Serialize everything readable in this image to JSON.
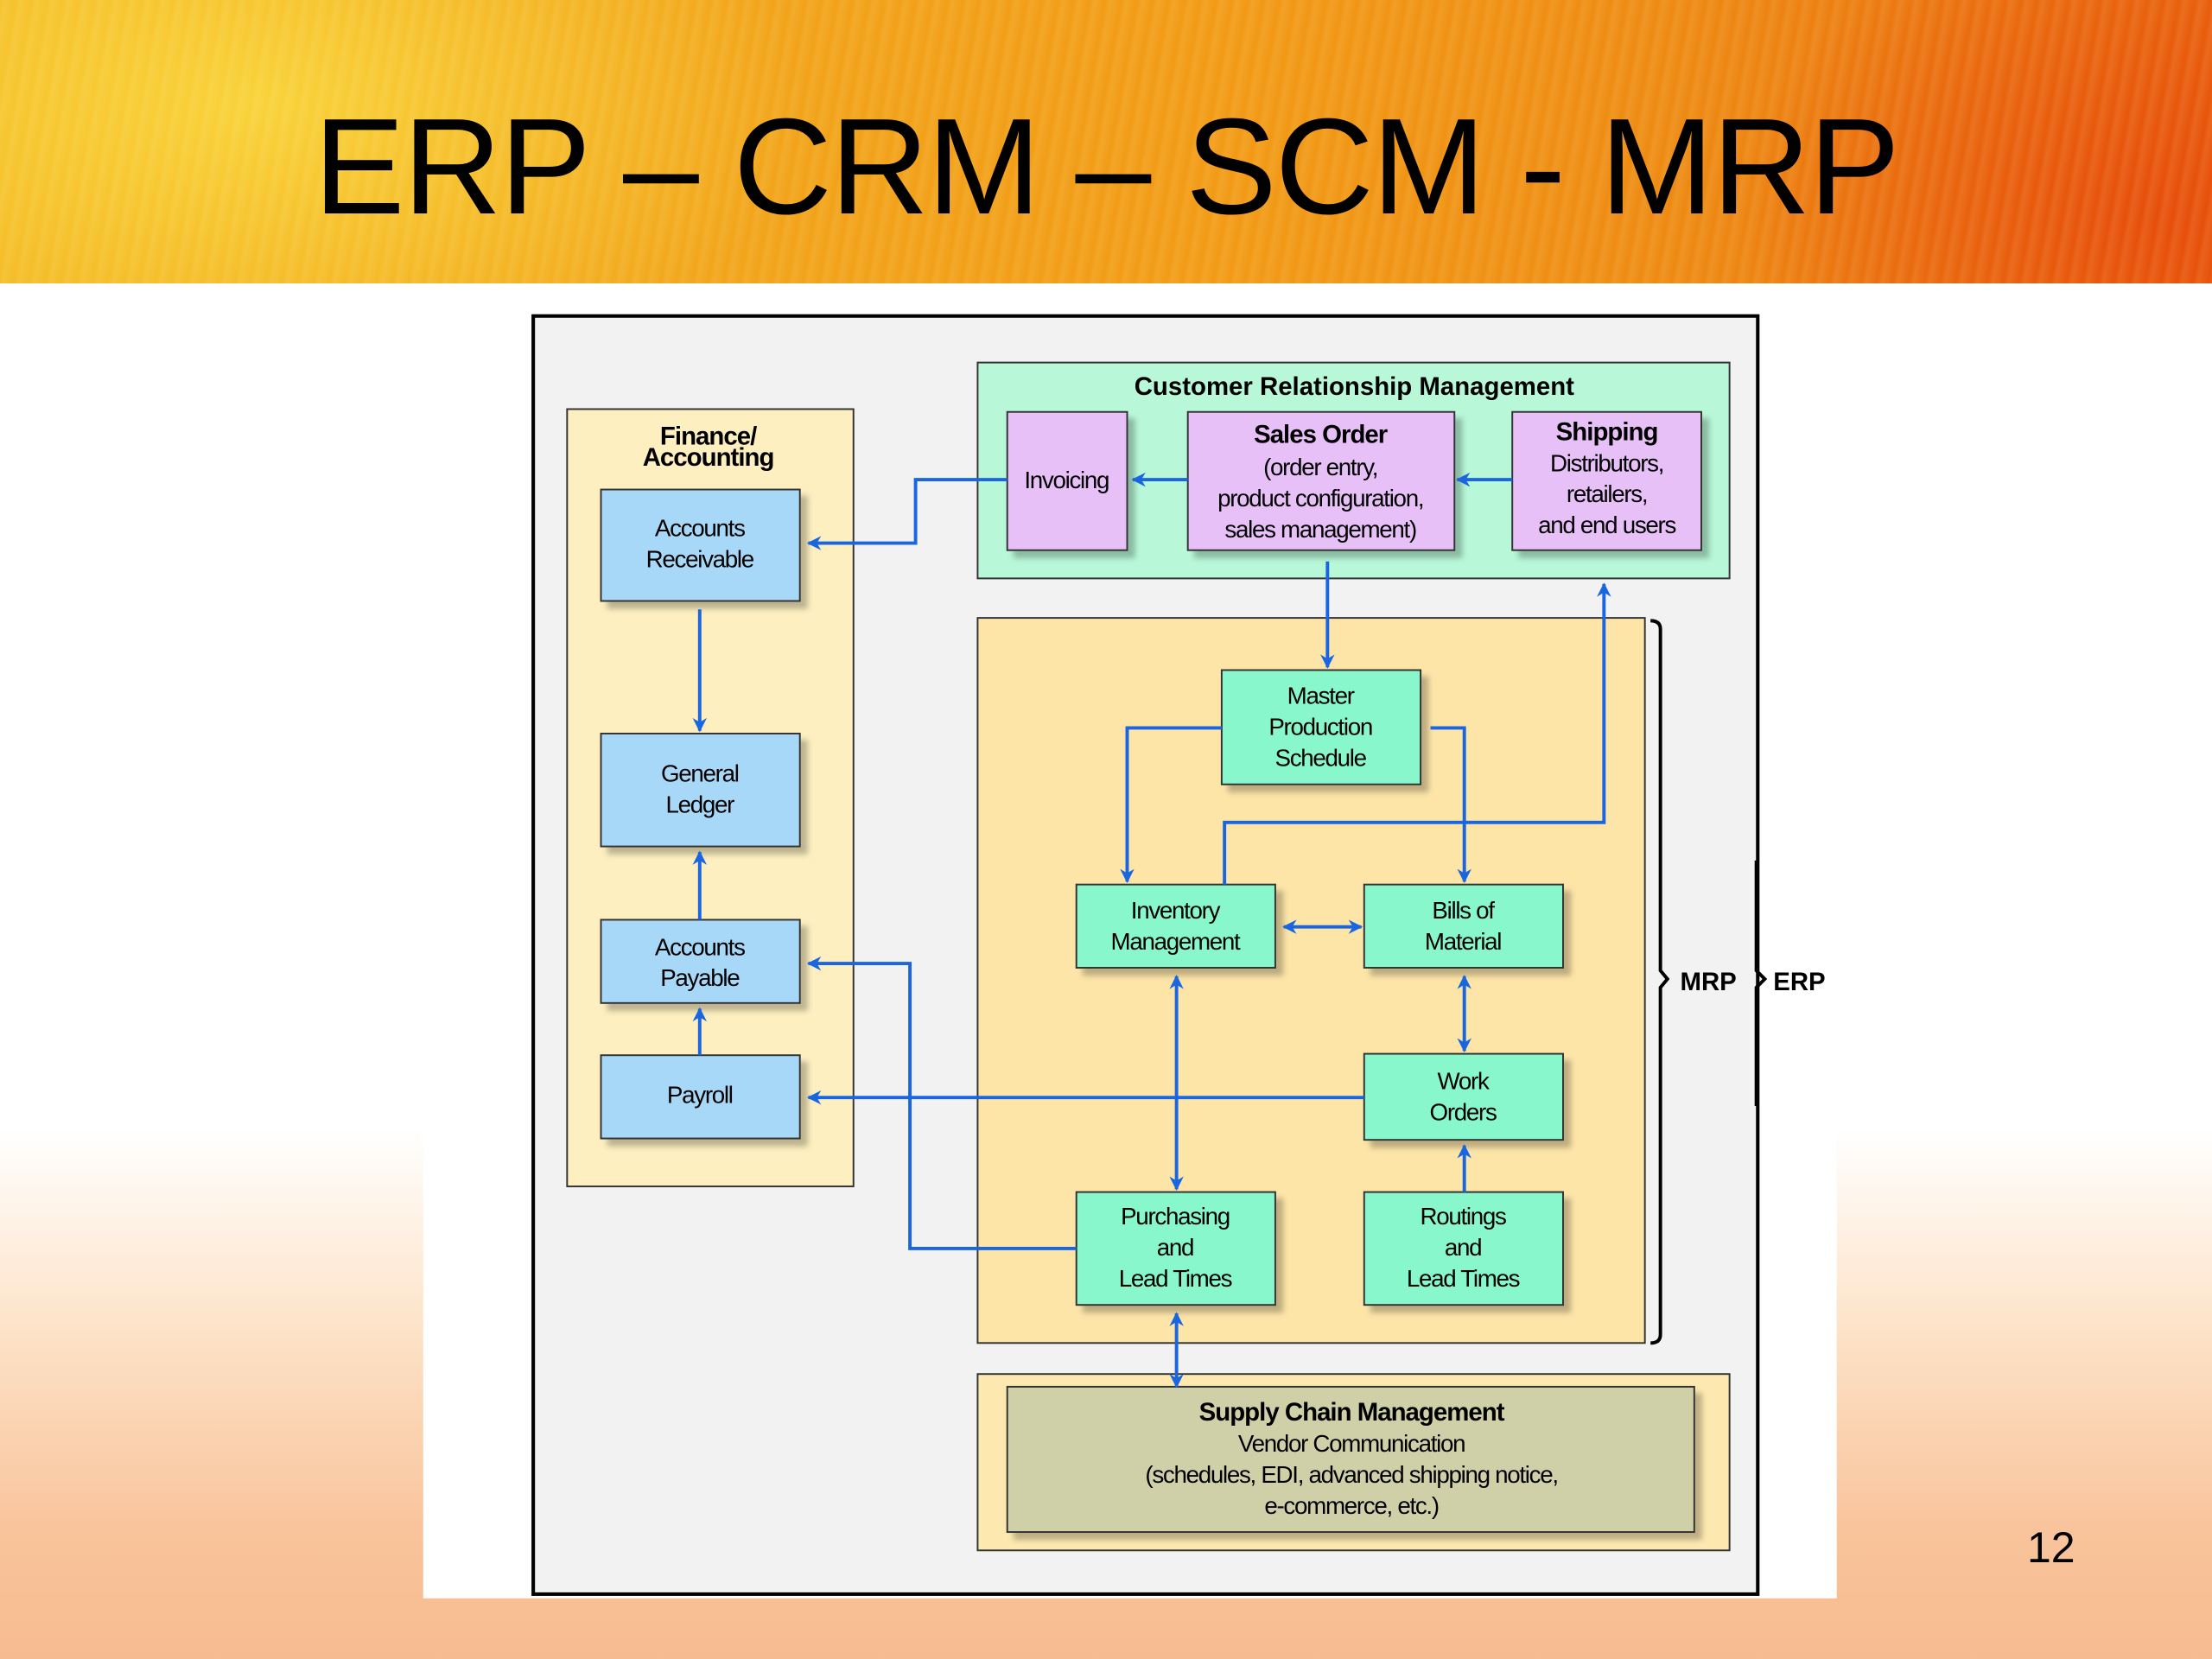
{
  "slide": {
    "title": "ERP – CRM – SCM - MRP",
    "page_number": "12"
  },
  "diagram": {
    "crm": {
      "title": "Customer Relationship Management",
      "invoicing": "Invoicing",
      "sales_order": {
        "title": "Sales Order",
        "lines": [
          "(order entry,",
          "product configuration,",
          "sales management)"
        ]
      },
      "shipping": {
        "title": "Shipping",
        "lines": [
          "Distributors,",
          "retailers,",
          "and end users"
        ]
      }
    },
    "finance": {
      "title_lines": [
        "Finance/",
        "Accounting"
      ],
      "accounts_receivable": [
        "Accounts",
        "Receivable"
      ],
      "general_ledger": [
        "General",
        "Ledger"
      ],
      "accounts_payable": [
        "Accounts",
        "Payable"
      ],
      "payroll": [
        "Payroll"
      ]
    },
    "mrp": {
      "master_production_schedule": [
        "Master",
        "Production",
        "Schedule"
      ],
      "inventory_management": [
        "Inventory",
        "Management"
      ],
      "bills_of_material": [
        "Bills of",
        "Material"
      ],
      "work_orders": [
        "Work",
        "Orders"
      ],
      "purchasing": [
        "Purchasing",
        "and",
        "Lead Times"
      ],
      "routings": [
        "Routings",
        "and",
        "Lead Times"
      ]
    },
    "scm": {
      "title": "Supply Chain Management",
      "lines": [
        "Vendor Communication",
        "(schedules, EDI, advanced shipping notice,",
        "e-commerce, etc.)"
      ]
    },
    "brackets": {
      "mrp_label": "MRP",
      "erp_label": "ERP"
    },
    "colors": {
      "arrow": "#1a66e0",
      "crm_bg": "#b8f8d8",
      "crm_box": "#e8c0f8",
      "finance_bg": "#fdefc0",
      "finance_box": "#a8d8f8",
      "mrp_bg": "#fde5a8",
      "mrp_box": "#88f8cc",
      "scm_bg": "#fde9b0",
      "scm_box": "#cfd0a8"
    }
  }
}
